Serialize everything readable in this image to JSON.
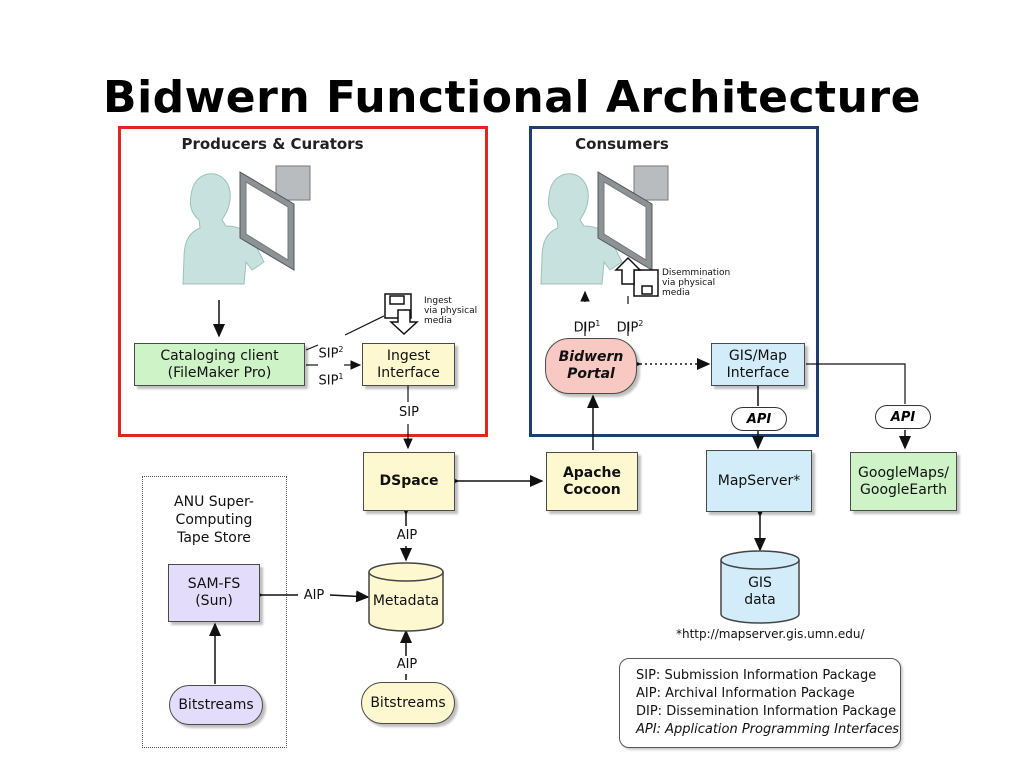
{
  "title": "Bidwern Functional Architecture",
  "regions": {
    "producers": "Producers & Curators",
    "consumers": "Consumers",
    "anu": "ANU Super-\nComputing\nTape Store"
  },
  "nodes": {
    "cataloging": "Cataloging client\n(FileMaker Pro)",
    "ingest": "Ingest\nInterface",
    "dspace": "DSpace",
    "cocoon": "Apache\nCocoon",
    "portal": "Bidwern\nPortal",
    "gis_interface": "GIS/Map\nInterface",
    "mapserver": "MapServer*",
    "googlemaps": "GoogleMaps/\nGoogleEarth",
    "samfs": "SAM-FS\n(Sun)",
    "metadata": "Metadata",
    "gis_data": "GIS\ndata",
    "bitstreams_left": "Bitstreams",
    "bitstreams_center": "Bitstreams"
  },
  "labels": {
    "sip2": "SIP",
    "sip2_sup": "2",
    "sip1": "SIP",
    "sip1_sup": "1",
    "sip": "SIP",
    "aip_dspace": "AIP",
    "aip_samfs": "AIP",
    "aip_bitstreams": "AIP",
    "dip1": "DIP",
    "dip1_sup": "1",
    "dip2": "DIP",
    "dip2_sup": "2",
    "api_consumers": "API",
    "api_google": "API",
    "ingest_physical": "Ingest\nvia physical\nmedia",
    "dissemination_physical": "Disemmination\nvia physical\nmedia"
  },
  "footnote": "*http://mapserver.gis.umn.edu/",
  "legend": [
    {
      "text": "SIP: Submission Information Package",
      "italic": false
    },
    {
      "text": "AIP:  Archival Information Package",
      "italic": false
    },
    {
      "text": "DIP: Dissemination Information Package",
      "italic": false
    },
    {
      "text": "API:  Application Programming Interfaces",
      "italic": true
    }
  ]
}
